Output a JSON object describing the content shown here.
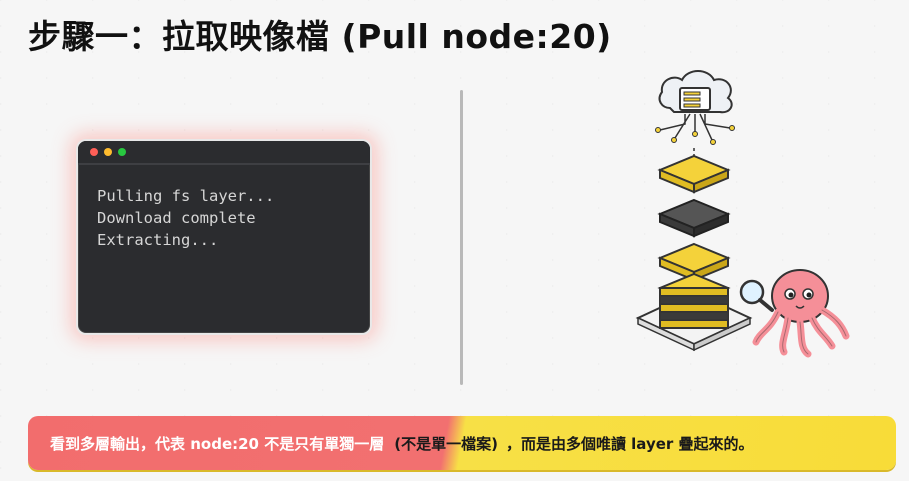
{
  "slide": {
    "title": "步驟一：拉取映像檔 (Pull node:20)"
  },
  "terminal": {
    "dots": [
      "#ff5f57",
      "#febc2e",
      "#28c840"
    ],
    "lines": [
      "Pulling fs layer...",
      "Download complete",
      "Extracting..."
    ]
  },
  "caption": {
    "part1": "看到多層輸出，代表 node:20 不是只有單獨一層",
    "part2": "(不是單一檔案)",
    "part3": "，而是由多個唯讀 layer 疊起來的。"
  },
  "illustration": {
    "icons": [
      "cloud-server-icon",
      "layer-stack-icon",
      "octopus-mascot-icon",
      "magnifying-glass-icon"
    ]
  },
  "colors": {
    "accent_red": "#f26d6d",
    "accent_yellow": "#f8dc38",
    "layer_yellow": "#f4d23a",
    "layer_dark": "#3a3a3a",
    "octopus_pink": "#f58f98"
  }
}
